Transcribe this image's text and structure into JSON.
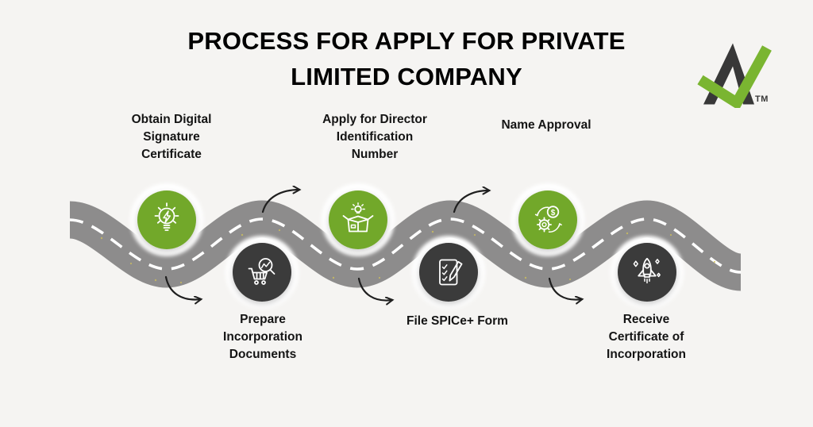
{
  "title": "PROCESS FOR APPLY FOR PRIVATE\nLIMITED COMPANY",
  "logo": {
    "tm": "TM"
  },
  "colors": {
    "background": "#f5f4f2",
    "road": "#8d8c8c",
    "green": "#72a82b",
    "dark": "#3b3a3a",
    "text": "#141414",
    "arrow": "#1f1f1f",
    "logo-dark": "#383838",
    "logo-green": "#7ab531",
    "dash": "#ffffff"
  },
  "steps": [
    {
      "label": "Obtain Digital\nSignature\nCertificate",
      "icon": "lightbulb-flash-icon",
      "circle": "green",
      "row": "top"
    },
    {
      "label": "Prepare\nIncorporation\nDocuments",
      "icon": "cart-magnifier-icon",
      "circle": "dark",
      "row": "bottom"
    },
    {
      "label": "Apply for Director\nIdentification\nNumber",
      "icon": "idea-box-icon",
      "circle": "green",
      "row": "top"
    },
    {
      "label": "File SPICe+ Form",
      "icon": "checklist-pencil-icon",
      "circle": "dark",
      "row": "bottom"
    },
    {
      "label": "Name Approval",
      "icon": "gear-dollar-icon",
      "circle": "green",
      "row": "top"
    },
    {
      "label": "Receive\nCertificate of\nIncorporation",
      "icon": "rocket-icon",
      "circle": "dark",
      "row": "bottom"
    }
  ],
  "icons": {
    "dollar_symbol": "$"
  }
}
